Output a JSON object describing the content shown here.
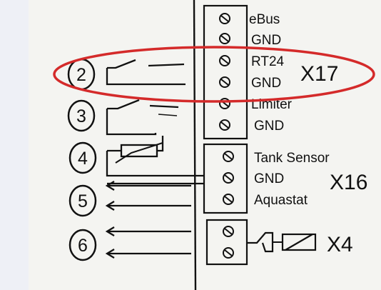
{
  "terminals": {
    "x17": {
      "label": "X17",
      "pins": [
        "eBus",
        "GND",
        "RT24",
        "GND",
        "Limiter",
        "GND"
      ]
    },
    "x16": {
      "label": "X16",
      "pins": [
        "Tank Sensor",
        "GND",
        "Aquastat"
      ]
    },
    "x4": {
      "label": "X4"
    }
  },
  "circuits": [
    "2",
    "3",
    "4",
    "5",
    "6"
  ],
  "highlight": {
    "color": "#d42a2a",
    "encircles": [
      "2",
      "RT24",
      "GND",
      "X17"
    ]
  },
  "colors": {
    "ink": "#111111",
    "paper": "#f4f4f1",
    "page_background": "#eef0f6"
  }
}
